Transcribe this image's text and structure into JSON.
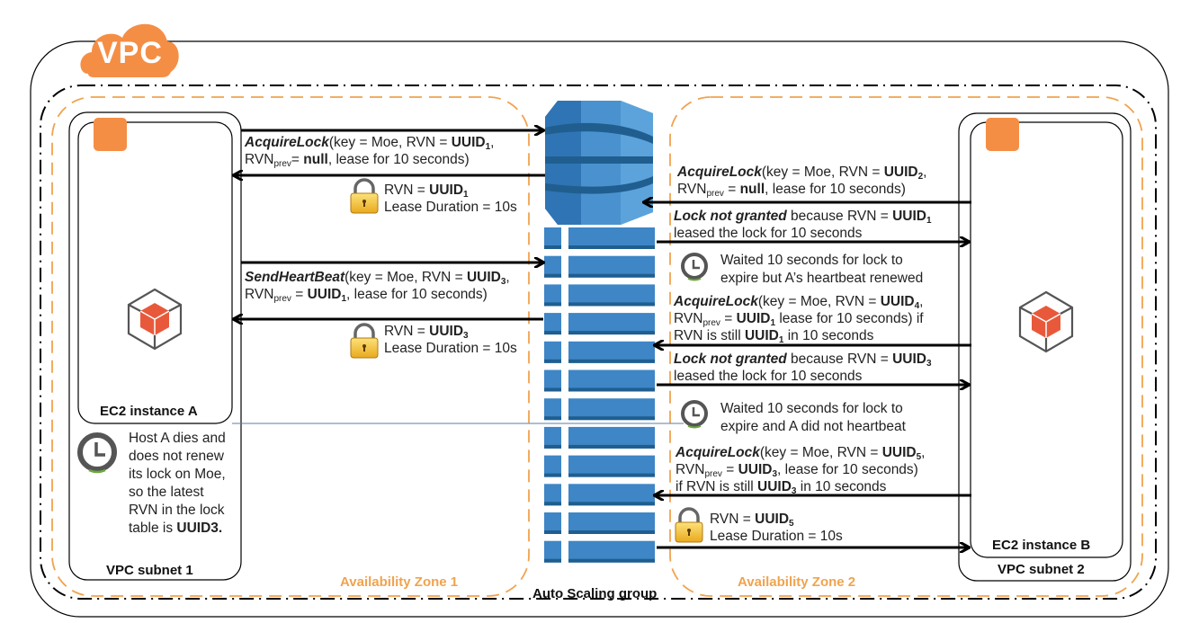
{
  "vpc": {
    "label": "VPC",
    "color": "#F58E45"
  },
  "zones": {
    "zone1": "Availability Zone 1",
    "zone2": "Availability Zone 2",
    "auto_scaling_group": "Auto Scaling group",
    "zone_color": "#F0A34E"
  },
  "subnets": {
    "subnet1": "VPC subnet 1",
    "subnet2": "VPC subnet 2"
  },
  "instances": {
    "a": "EC2 instance A",
    "b": "EC2 instance B"
  },
  "dynamo": {
    "icon": "dynamodb-icon",
    "color": "#3E86C6",
    "table_rows": 12
  },
  "left_messages": {
    "m1": {
      "op": "AcquireLock",
      "p1": "(key = Moe, RVN = ",
      "v1": "UUID",
      "s1": "1",
      "p2": ",",
      "l2a": "RVN",
      "l2sub": "prev",
      "l2b": "= ",
      "v2": "null",
      "l2c": ", lease for 10 seconds)"
    },
    "r1": {
      "l1": "RVN = ",
      "v": "UUID",
      "s": "1",
      "l2": "Lease Duration = 10s"
    },
    "m2": {
      "op": "SendHeartBeat",
      "p1": "(key = Moe, RVN = ",
      "v1": "UUID",
      "s1": "3",
      "p2": ",",
      "l2a": "RVN",
      "l2sub": "prev",
      "l2b": " = ",
      "v2": "UUID",
      "s2": "1",
      "l2c": ", lease for 10 seconds)"
    },
    "r2": {
      "l1": "RVN = ",
      "v": "UUID",
      "s": "3",
      "l2": "Lease Duration = 10s"
    }
  },
  "host_a_note": {
    "text": "Host A dies and does not renew its lock on Moe, so the latest RVN in the lock table is ",
    "bold": "UUID3."
  },
  "right_messages": {
    "m1": {
      "op": "AcquireLock",
      "p1": "(key = Moe, RVN = ",
      "v1": "UUID",
      "s1": "2",
      "p2": ",",
      "l2a": "RVN",
      "l2sub": "prev",
      "l2b": " = ",
      "v2": "null",
      "l2c": ", lease for 10 seconds)"
    },
    "d1": {
      "bold": "Lock not granted",
      "t1": " because RVN = ",
      "v": "UUID",
      "s": "1",
      "l2": "leased the lock for 10 seconds"
    },
    "w1": {
      "l1": "Waited 10 seconds for lock to",
      "l2": "expire but A’s heartbeat renewed"
    },
    "m2": {
      "op": "AcquireLock",
      "p1": "(key = Moe, RVN = ",
      "v1": "UUID",
      "s1": "4",
      "p2": ",",
      "l2a": "RVN",
      "l2sub": "prev",
      "l2b": " = ",
      "v2": "UUID",
      "s2": "1",
      "l2c": " lease for 10 seconds) if",
      "l3a": "RVN is still ",
      "v3": "UUID",
      "s3": "1",
      "l3b": " in 10 seconds"
    },
    "d2": {
      "bold": "Lock not granted",
      "t1": " because RVN = ",
      "v": "UUID",
      "s": "3",
      "l2": "leased the lock for 10 seconds"
    },
    "w2": {
      "l1": "Waited 10 seconds for lock to",
      "l2": "expire and A did not heartbeat"
    },
    "m3": {
      "op": "AcquireLock",
      "p1": "(key = Moe, RVN = ",
      "v1": "UUID",
      "s1": "5",
      "p2": ",",
      "l2a": "RVN",
      "l2sub": "prev",
      "l2b": " = ",
      "v2": "UUID",
      "s2": "3",
      "l2c": ", lease for 10 seconds)",
      "l3a": "if RVN is still ",
      "v3": "UUID",
      "s3": "3",
      "l3b": " in 10 seconds"
    },
    "r3": {
      "l1": "RVN = ",
      "v": "UUID",
      "s": "5",
      "l2": "Lease Duration = 10s"
    }
  }
}
